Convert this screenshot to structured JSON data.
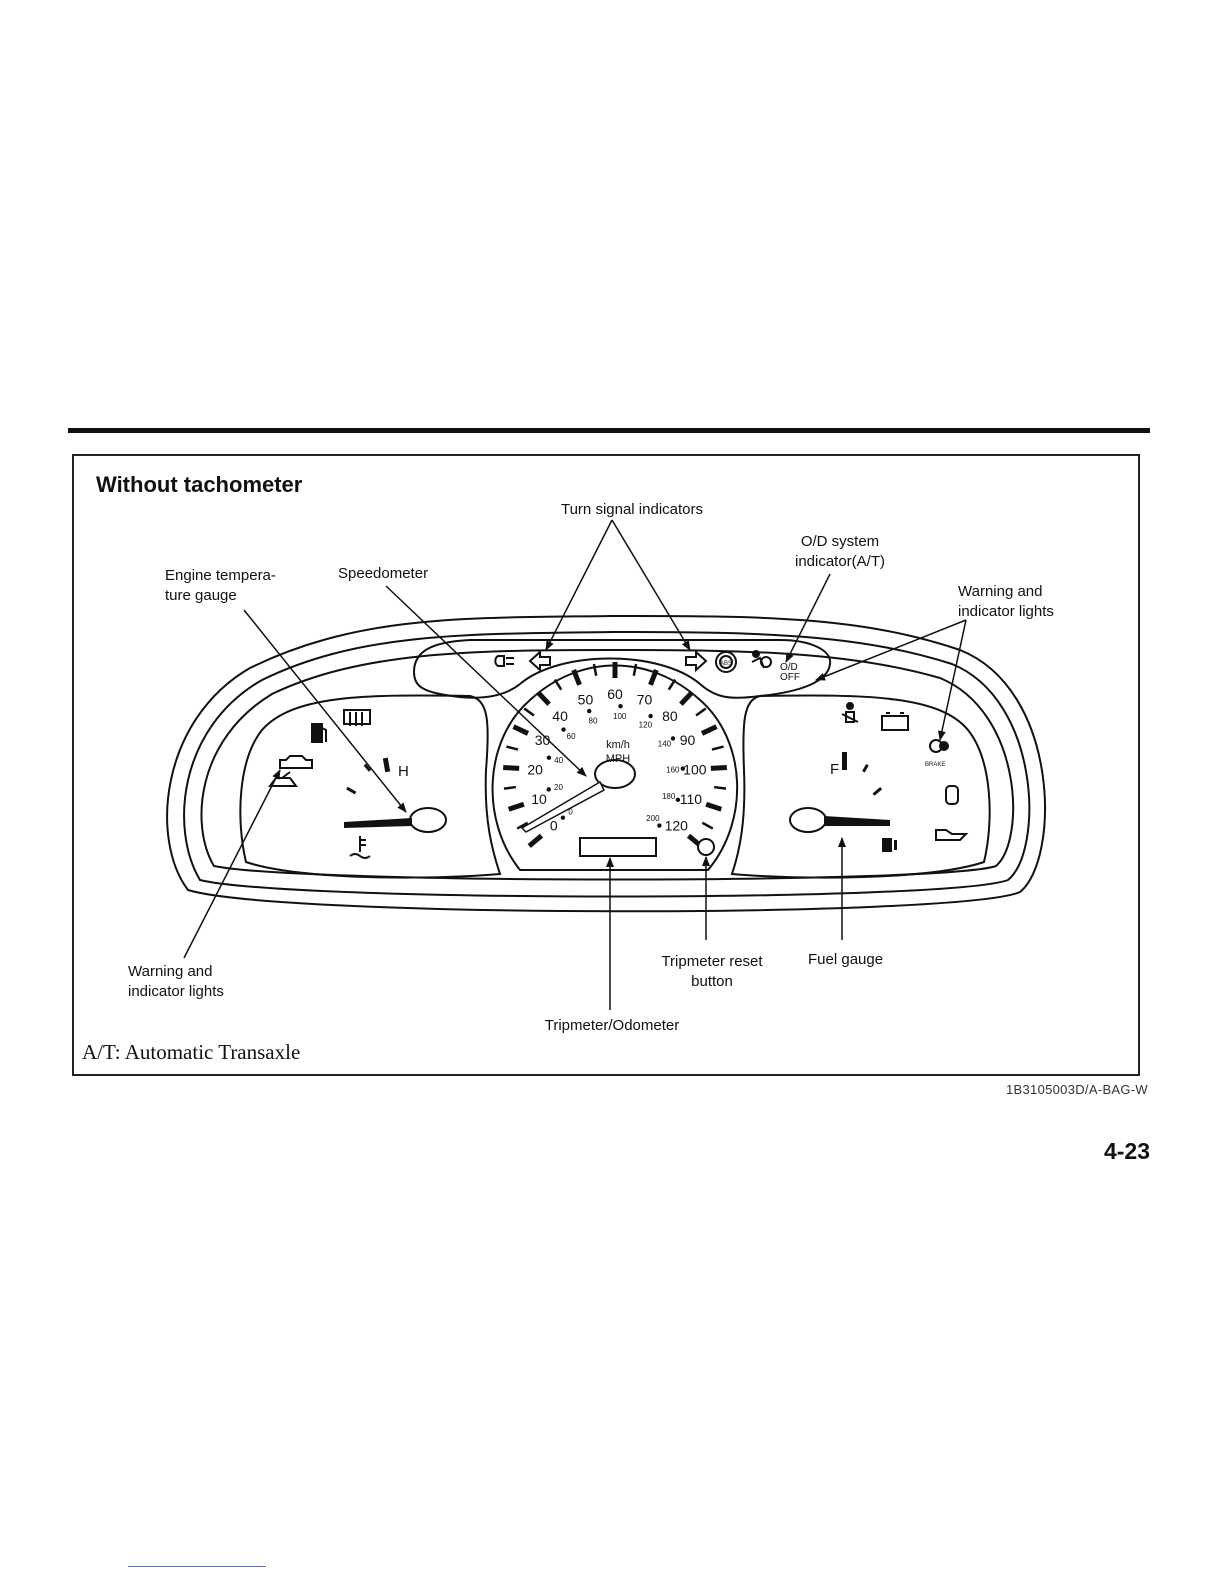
{
  "section_title": "Without tachometer",
  "callouts": {
    "turn_signal": "Turn signal indicators",
    "od_system": [
      "O/D system",
      "indicator(A/T)"
    ],
    "engine_temp": [
      "Engine tempera-",
      "ture gauge"
    ],
    "speedometer": "Speedometer",
    "warning_right": [
      "Warning and",
      "indicator lights"
    ],
    "warning_left": [
      "Warning and",
      "indicator lights"
    ],
    "trip_reset": [
      "Tripmeter reset",
      "button"
    ],
    "fuel_gauge": "Fuel gauge",
    "tripmeter_odometer": "Tripmeter/Odometer"
  },
  "speedometer": {
    "mph_labels": [
      "0",
      "10",
      "20",
      "30",
      "40",
      "50",
      "60",
      "70",
      "80",
      "90",
      "100",
      "110",
      "120"
    ],
    "kmh_labels": [
      "0",
      "20",
      "40",
      "60",
      "80",
      "100",
      "120",
      "140",
      "160",
      "180",
      "200"
    ],
    "unit_kmh": "km/h",
    "unit_mph": "MPH"
  },
  "gauges": {
    "temp_hot": "H",
    "fuel_full": "F"
  },
  "indicators": {
    "od_off_line1": "O/D",
    "od_off_line2": "OFF",
    "brake": "BRAKE",
    "abs": "ABS"
  },
  "footnote": "A/T: Automatic Transaxle",
  "figure_code": "1B3105003D/A-BAG-W",
  "page_number": "4-23"
}
